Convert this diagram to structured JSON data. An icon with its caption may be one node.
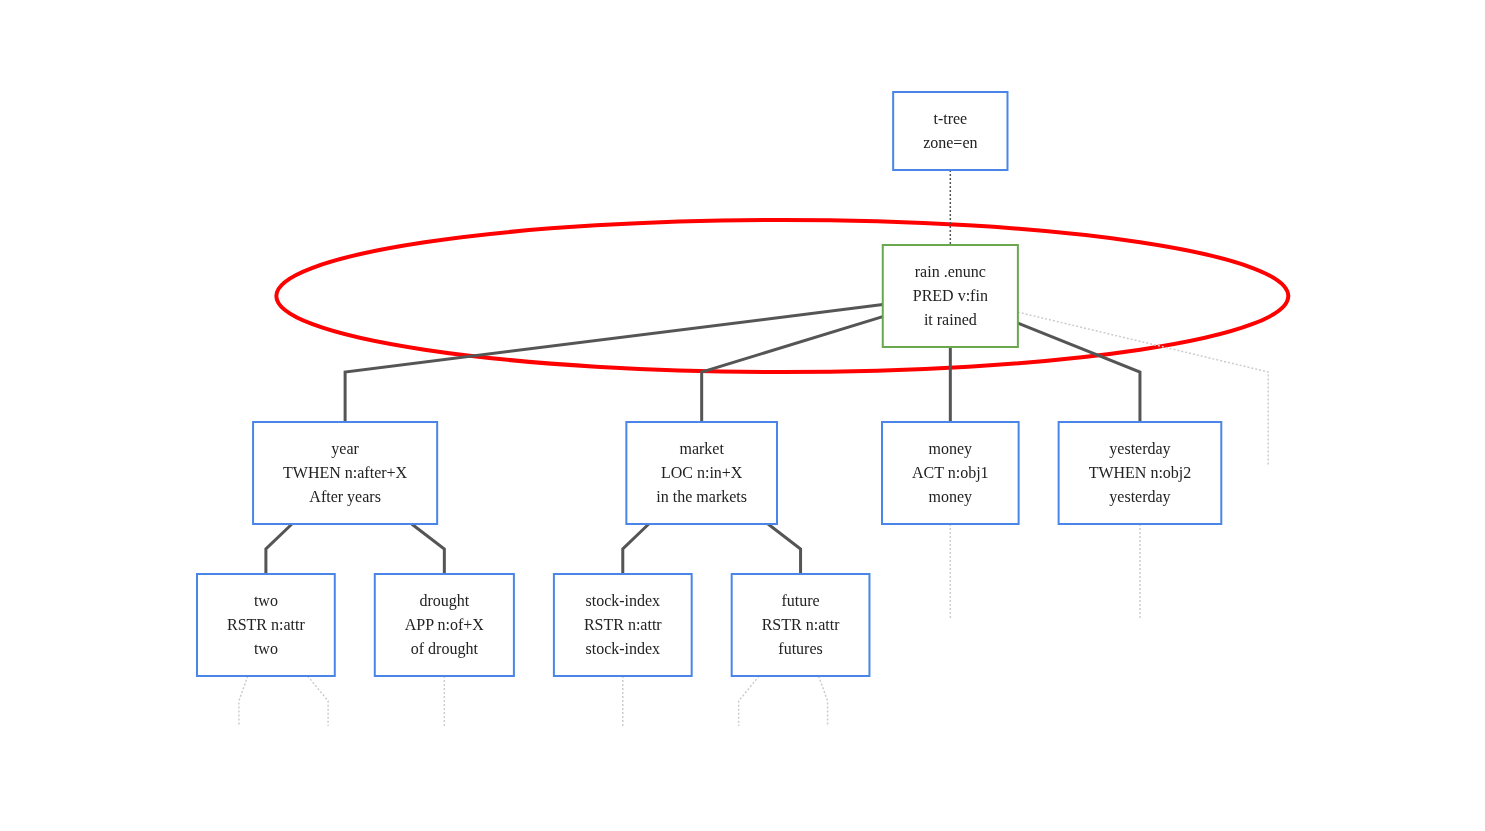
{
  "diagram": {
    "nodes": [
      {
        "text": [
          "t-tree",
          "zone=en"
        ]
      },
      {
        "text": [],
        "shape": "ellipse"
      },
      {
        "text": [
          "rain .enunc",
          "PRED v:fin",
          "it rained"
        ],
        "in": 1
      },
      {
        "text": [
          "year",
          "TWHEN n:after+X",
          "After years"
        ]
      },
      {
        "text": [
          "money",
          "ACT n:obj1",
          "money"
        ]
      },
      {
        "text": [
          "market",
          "LOC n:in+X",
          "in the markets"
        ]
      },
      {
        "text": [
          "yesterday",
          "TWHEN n:obj2",
          "yesterday"
        ]
      },
      {
        "text": [
          "two",
          "RSTR n:attr",
          "two"
        ]
      },
      {
        "text": [
          "drought",
          "APP n:of+X",
          "of drought"
        ]
      },
      {
        "text": [
          "stock-index",
          "RSTR n:attr",
          "stock-index"
        ]
      },
      {
        "text": [
          "future",
          "RSTR n:attr",
          "futures"
        ]
      }
    ],
    "edges": [
      {
        "from": 0,
        "to": 2,
        "arrow": "none",
        "style": "dashed"
      },
      {
        "from": 2,
        "to": 3,
        "arrow": "none"
      },
      {
        "from": 2,
        "to": 4,
        "arrow": "none"
      },
      {
        "from": 2,
        "to": 5,
        "arrow": "none"
      },
      {
        "from": 2,
        "to": 6,
        "arrow": "none"
      },
      {
        "from": 3,
        "to": 7,
        "arrow": "none"
      },
      {
        "from": 3,
        "to": 8,
        "arrow": "none"
      },
      {
        "from": 5,
        "to": 9,
        "arrow": "none"
      },
      {
        "from": 5,
        "to": 10,
        "arrow": "none"
      },
      {
        "from": 2,
        "to": null,
        "arrow": "none",
        "style": "dashed",
        "color": "#cccccc"
      },
      {
        "from": 4,
        "to": null,
        "arrow": "none",
        "style": "dashed",
        "color": "#cccccc"
      },
      {
        "from": 6,
        "to": null,
        "arrow": "none",
        "style": "dashed",
        "color": "#cccccc"
      },
      {
        "from": 7,
        "to": null,
        "arrow": "none",
        "style": "dashed",
        "color": "#cccccc"
      },
      {
        "from": 7,
        "to": null,
        "arrow": "none",
        "style": "dashed",
        "color": "#cccccc"
      },
      {
        "from": 8,
        "to": null,
        "arrow": "none",
        "style": "dashed",
        "color": "#cccccc"
      },
      {
        "from": 9,
        "to": null,
        "arrow": "none",
        "style": "dashed",
        "color": "#cccccc"
      },
      {
        "from": 10,
        "to": null,
        "arrow": "none",
        "style": "dashed",
        "color": "#cccccc"
      },
      {
        "from": 10,
        "to": null,
        "arrow": "none",
        "style": "dashed",
        "color": "#cccccc"
      }
    ]
  }
}
